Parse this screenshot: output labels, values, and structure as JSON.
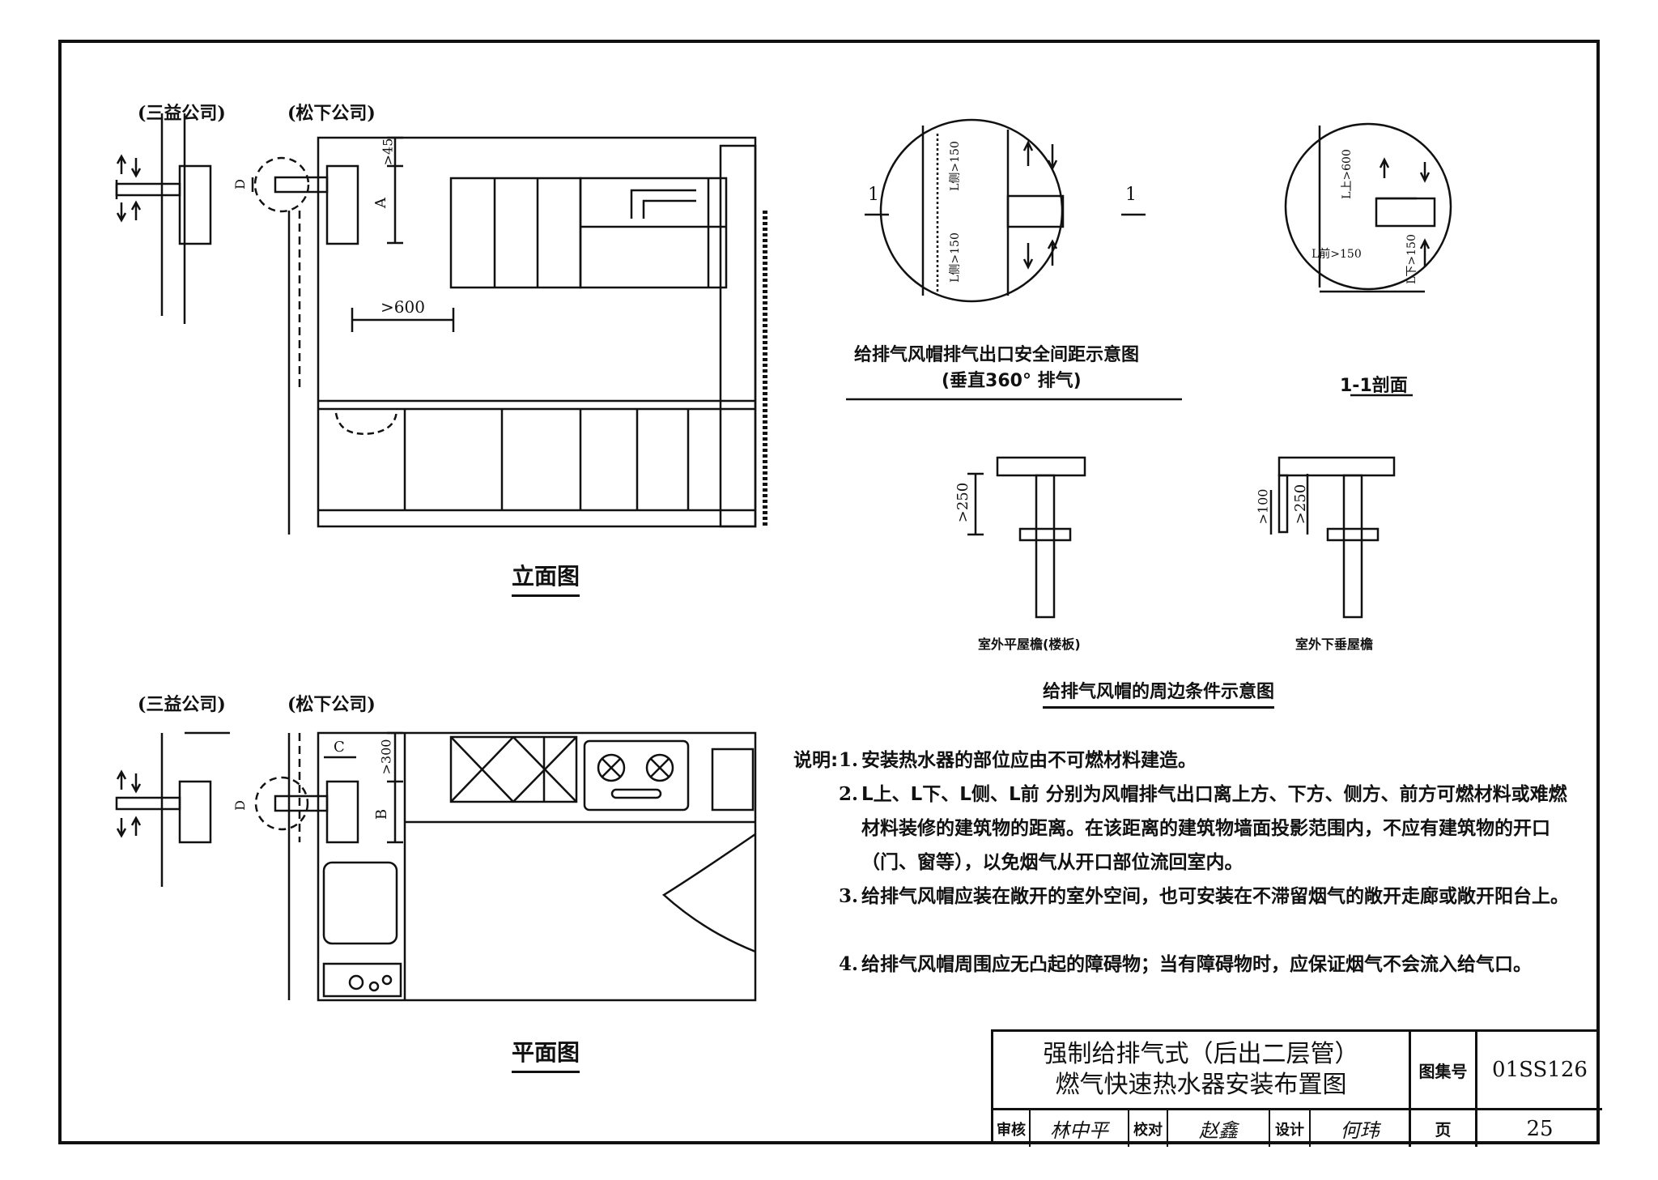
{
  "elevation": {
    "brand_left": "(三益公司)",
    "brand_right": "(松下公司)",
    "dim_45": ">45",
    "dim_A": "A",
    "dim_D": "D",
    "dim_600": ">600",
    "title": "立面图"
  },
  "plan": {
    "brand_left": "(三益公司)",
    "brand_right": "(松下公司)",
    "dim_C": "C",
    "dim_300": ">300",
    "dim_B": "B",
    "dim_D": "D",
    "title": "平面图"
  },
  "safety_detail": {
    "section_mark_left": "1",
    "section_mark_right": "1",
    "dim_top": "L侧>150",
    "dim_bottom": "L侧>150",
    "title_line1": "给排气风帽排气出口安全间距示意图",
    "title_line2": "(垂直360° 排气)"
  },
  "section_detail": {
    "dim_top": "L上>600",
    "dim_side": "L前>150",
    "dim_bottom": "L下>150",
    "title": "1-1剖面"
  },
  "eave_detail": {
    "flat_dim": ">250",
    "flat_caption": "室外平屋檐(楼板)",
    "hang_dim_inner": ">100",
    "hang_dim_outer": ">250",
    "hang_caption": "室外下垂屋檐",
    "title": "给排气风帽的周边条件示意图"
  },
  "notes": {
    "heading": "说明:",
    "items": [
      {
        "num": "1.",
        "text": "安装热水器的部位应由不可燃材料建造。"
      },
      {
        "num": "2.",
        "text": "L上、L下、L侧、L前 分别为风帽排气出口离上方、下方、侧方、前方可燃材料或难燃材料装修的建筑物的距离。在该距离的建筑物墙面投影范围内，不应有建筑物的开口（门、窗等），以免烟气从开口部位流回室内。"
      },
      {
        "num": "3.",
        "text": "给排气风帽应装在敞开的室外空间，也可安装在不滞留烟气的敞开走廊或敞开阳台上。"
      },
      {
        "num": "4.",
        "text": "给排气风帽周围应无凸起的障碍物；当有障碍物时，应保证烟气不会流入给气口。"
      }
    ]
  },
  "title_block": {
    "title_line1": "强制给排气式（后出二层管）",
    "title_line2": "燃气快速热水器安装布置图",
    "atlas_label": "图集号",
    "atlas_no": "01SS126",
    "review_label": "审核",
    "check_label": "校对",
    "design_label": "设计",
    "page_label": "页",
    "page_no": "25",
    "signature_review": "林中平",
    "signature_check": "赵鑫",
    "signature_design": "何玮"
  }
}
